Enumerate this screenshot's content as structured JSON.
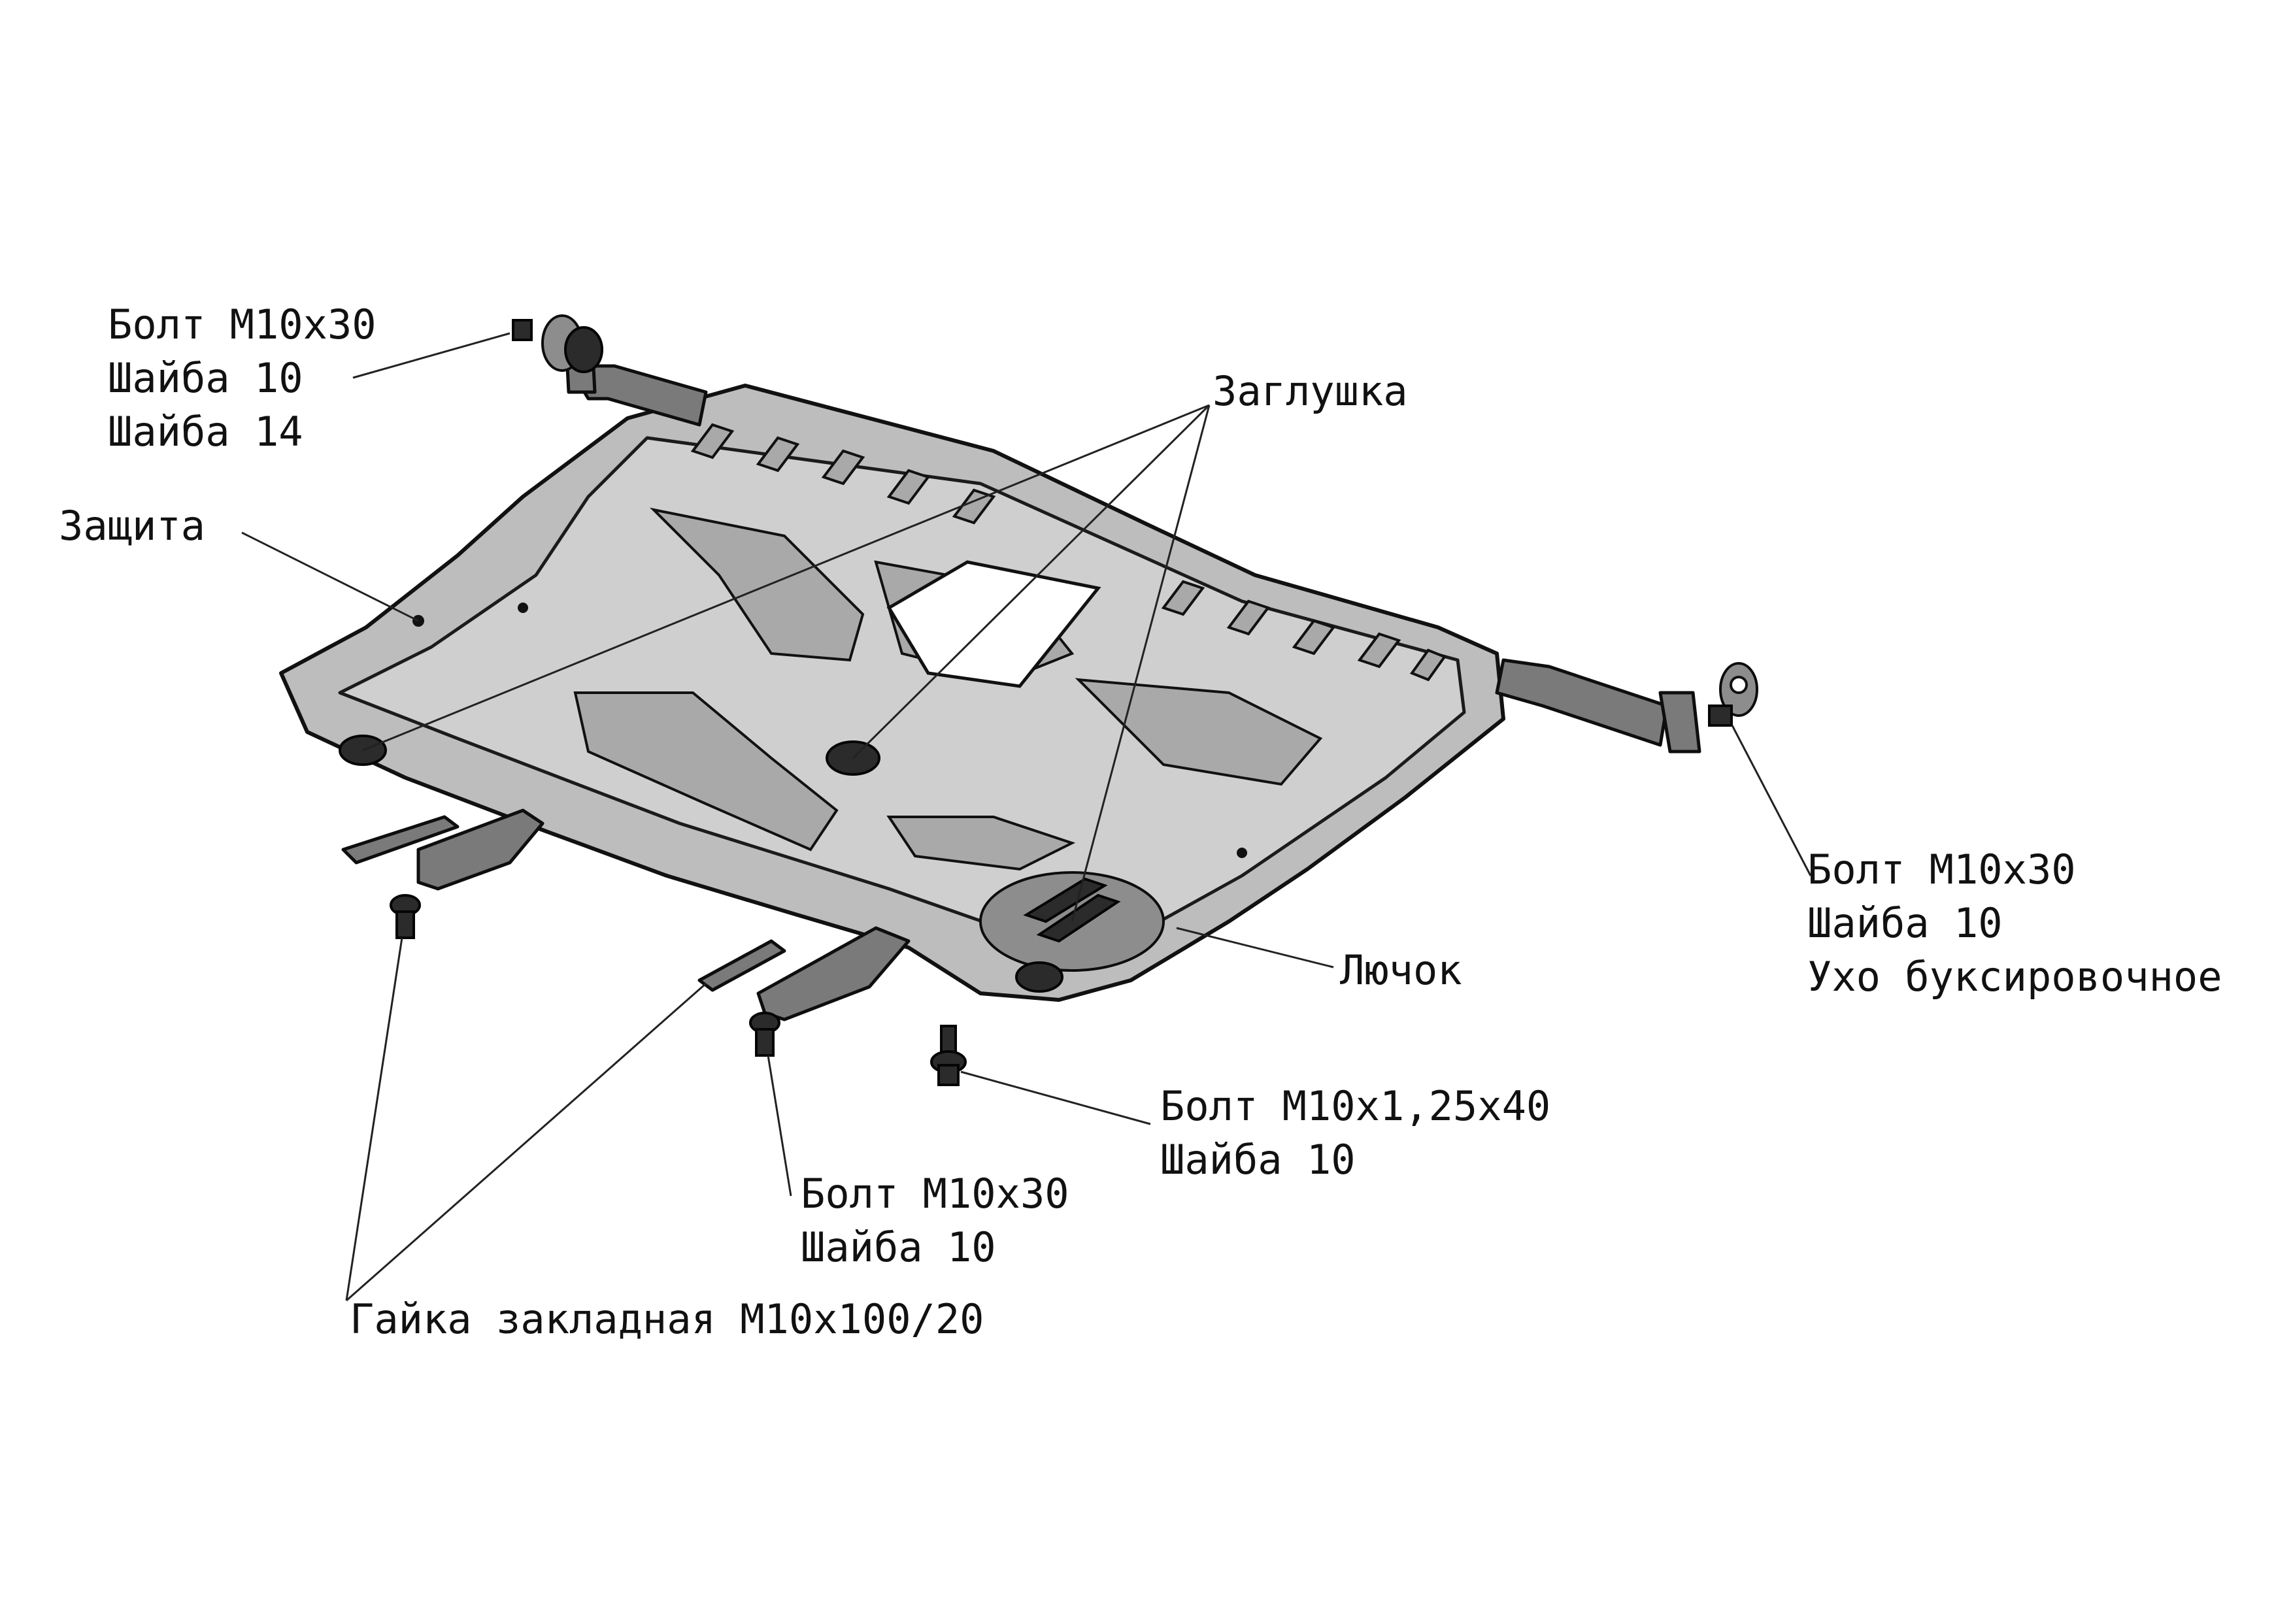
{
  "callouts": {
    "top_left_bolt": {
      "line1": "Болт М10х30",
      "line2": "Шайба 10",
      "line3": "Шайба 14"
    },
    "guard": "Защита",
    "plug": "Заглушка",
    "right_bolt": {
      "line1": "Болт М10х30",
      "line2": "Шайба 10",
      "line3": "Ухо буксировочное"
    },
    "hatch": "Лючок",
    "bottom_bolt": {
      "line1": "Болт М10х1,25х40",
      "line2": "Шайба 10"
    },
    "center_bolt": {
      "line1": "Болт М10х30",
      "line2": "Шайба 10"
    },
    "nut": "Гайка закладная М10х100/20"
  }
}
